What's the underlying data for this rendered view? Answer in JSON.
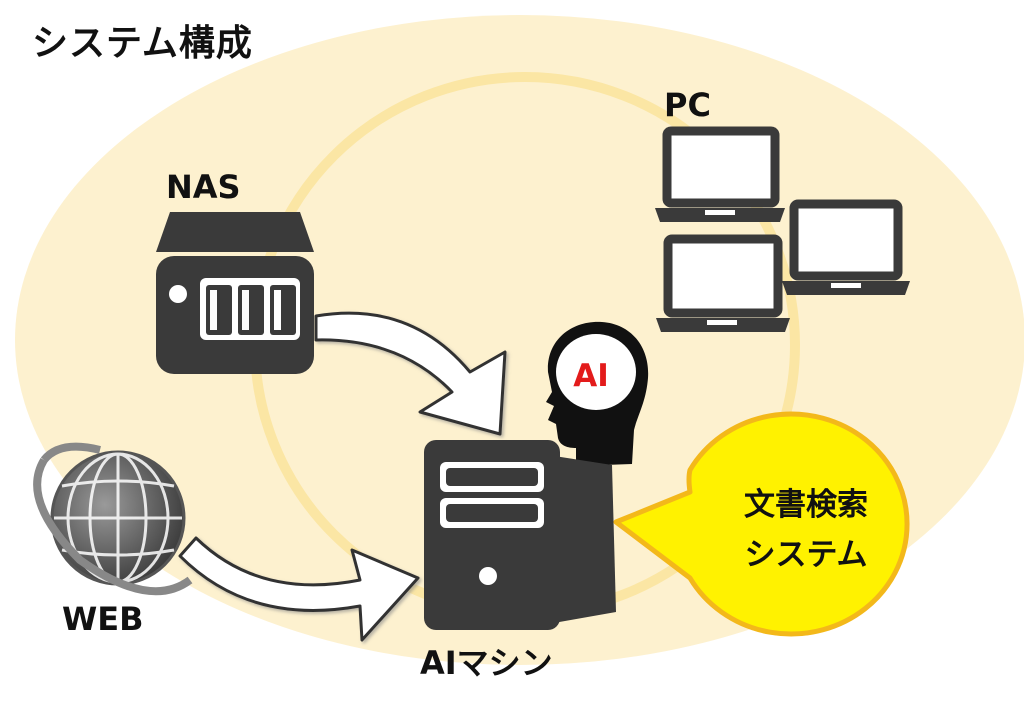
{
  "title": "システム構成",
  "nodes": {
    "nas": "NAS",
    "pc": "PC",
    "web": "WEB",
    "ai_machine": "AIマシン",
    "ai_badge": "AI"
  },
  "bubble": {
    "line1": "文書検索",
    "line2": "システム"
  },
  "colors": {
    "background_ellipse": "#fdf1cf",
    "ring": "#fbe6a4",
    "icon_dark": "#3a3a3a",
    "bubble_fill": "#fff200",
    "bubble_stroke": "#f3b81a",
    "badge_text": "#e31b1b"
  },
  "icons": [
    "nas-icon",
    "laptop-icon",
    "globe-icon",
    "server-icon",
    "ai-head-icon",
    "arrow-icon"
  ]
}
